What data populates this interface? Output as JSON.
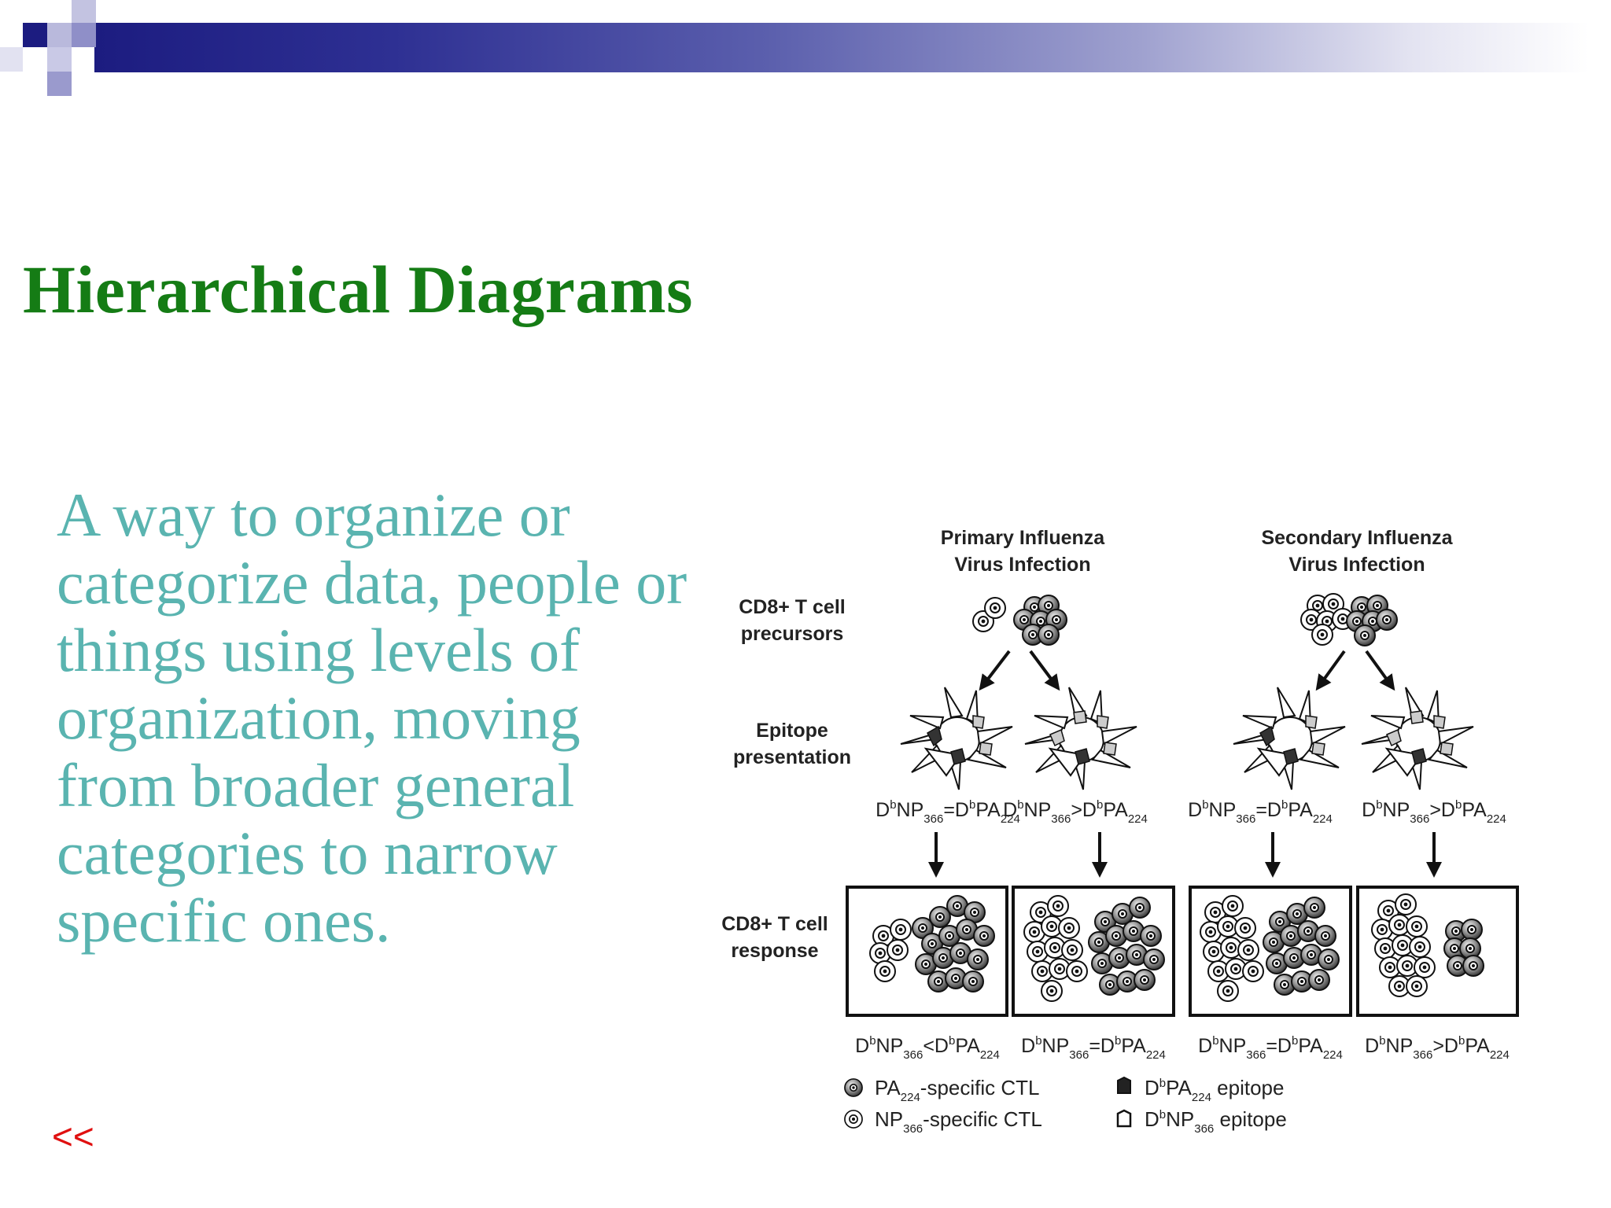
{
  "slide": {
    "title": "Hierarchical Diagrams",
    "body": "A way to organize or\ncategorize data, people or\nthings using levels of\norganization, moving\nfrom broader general\ncategories to narrow\nspecific ones.",
    "nav_back": "<<"
  },
  "colors": {
    "header_gradient_start": "#1c1c80",
    "title": "#157c15",
    "body_text": "#5ab4b0",
    "nav": "#e01010"
  },
  "figure": {
    "columns": [
      {
        "line1": "Primary Influenza",
        "line2": "Virus Infection"
      },
      {
        "line1": "Secondary Influenza",
        "line2": "Virus Infection"
      }
    ],
    "rows": [
      {
        "line1": "CD8+ T cell",
        "line2": "precursors"
      },
      {
        "line1": "Epitope",
        "line2": "presentation"
      },
      {
        "line1": "CD8+ T cell",
        "line2": "response"
      }
    ],
    "presentation_ratios": [
      {
        "a": "D",
        "b": "b",
        "c": "NP",
        "d": "366",
        "e": "=D",
        "f": "b",
        "g": "PA",
        "h": "224"
      },
      {
        "a": "D",
        "b": "b",
        "c": "NP",
        "d": "366",
        "e": ">D",
        "f": "b",
        "g": "PA",
        "h": "224"
      },
      {
        "a": "D",
        "b": "b",
        "c": "NP",
        "d": "366",
        "e": "=D",
        "f": "b",
        "g": "PA",
        "h": "224"
      },
      {
        "a": "D",
        "b": "b",
        "c": "NP",
        "d": "366",
        "e": ">D",
        "f": "b",
        "g": "PA",
        "h": "224"
      }
    ],
    "response_ratios": [
      {
        "a": "D",
        "b": "b",
        "c": "NP",
        "d": "366",
        "e": "<D",
        "f": "b",
        "g": "PA",
        "h": "224"
      },
      {
        "a": "D",
        "b": "b",
        "c": "NP",
        "d": "366",
        "e": "=D",
        "f": "b",
        "g": "PA",
        "h": "224"
      },
      {
        "a": "D",
        "b": "b",
        "c": "NP",
        "d": "366",
        "e": "=D",
        "f": "b",
        "g": "PA",
        "h": "224"
      },
      {
        "a": "D",
        "b": "b",
        "c": "NP",
        "d": "366",
        "e": ">D",
        "f": "b",
        "g": "PA",
        "h": "224"
      }
    ],
    "legend": [
      {
        "a": "PA",
        "b": "224",
        "c": "-specific CTL"
      },
      {
        "a": "NP",
        "b": "366",
        "c": "-specific CTL"
      },
      {
        "a": "D",
        "b": "b",
        "c": "PA",
        "d": "224",
        "e": " epitope"
      },
      {
        "a": "D",
        "b": "b",
        "c": "NP",
        "d": "366",
        "e": " epitope"
      }
    ]
  }
}
